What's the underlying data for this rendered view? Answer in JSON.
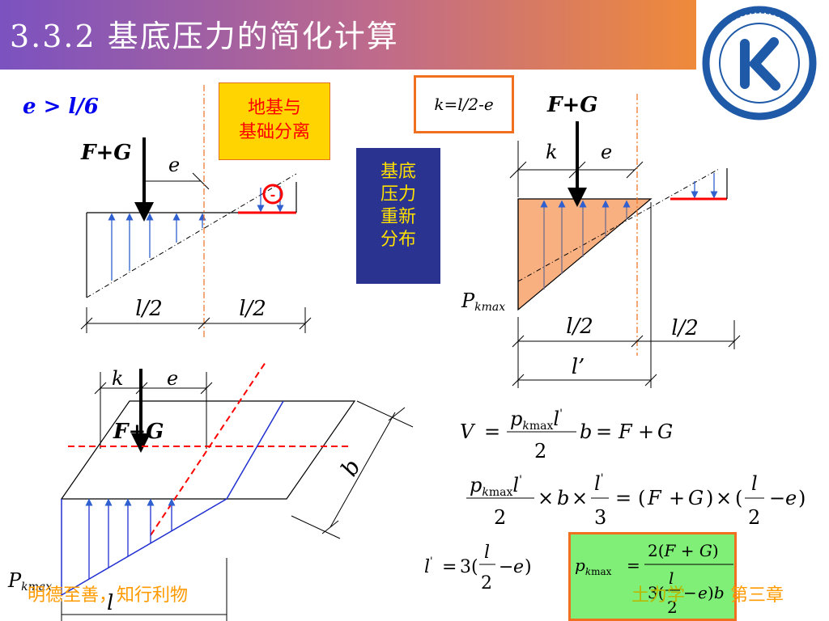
{
  "title": "3.3.2 基底压力的简化计算",
  "condition": "e > l/6",
  "separation_note": [
    "地基与",
    "基础分离"
  ],
  "redistribution_note": [
    "基底",
    "压力",
    "重新",
    "分布"
  ],
  "k_formula": "k=l/2-e",
  "labels": {
    "fg": "F+G",
    "e": "e",
    "k": "k",
    "half_l": "l/2",
    "l_prime": "l’",
    "l": "l",
    "b": "b",
    "pkmax_main": "P",
    "pkmax_sub": "kmax"
  },
  "equations": {
    "v": "V = p_kmax l' b / 2 = F + G",
    "moment": "p_kmax l'/2 × b × l'/3 = (F + G) × (l/2 − e)",
    "l_prime": "l' = 3(l/2 − e)",
    "result": "p_kmax = 2(F + G) / 3(l/2 − e)b"
  },
  "footer": {
    "left": "明德至善，知行利物",
    "middle": "土力学",
    "right": "第三章"
  },
  "colors": {
    "title_gradient_start": "#7b52c0",
    "title_gradient_end": "#ef8a3a",
    "arrow_blue": "#3060d0",
    "pressure_fill": "#f8b080",
    "center_line": "#f07020",
    "red": "#ff0000",
    "logo_blue": "#1f5aa8"
  }
}
